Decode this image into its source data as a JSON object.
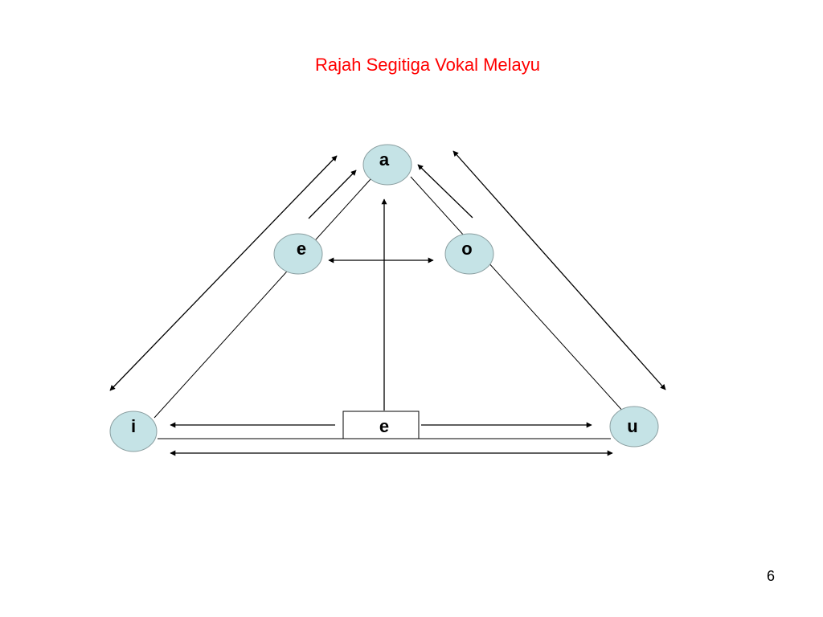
{
  "slide": {
    "title": "Rajah Segitiga Vokal Melayu",
    "page_number": "6"
  },
  "colors": {
    "title": "#ff0000",
    "node_fill": "#c5e3e6",
    "node_stroke": "#8a9ea0",
    "line": "#000000",
    "box_fill": "#ffffff"
  },
  "vowels": {
    "top": "a",
    "upper_left": "e",
    "upper_right": "o",
    "bottom_left": "i",
    "bottom_center": "e",
    "bottom_right": "u"
  }
}
